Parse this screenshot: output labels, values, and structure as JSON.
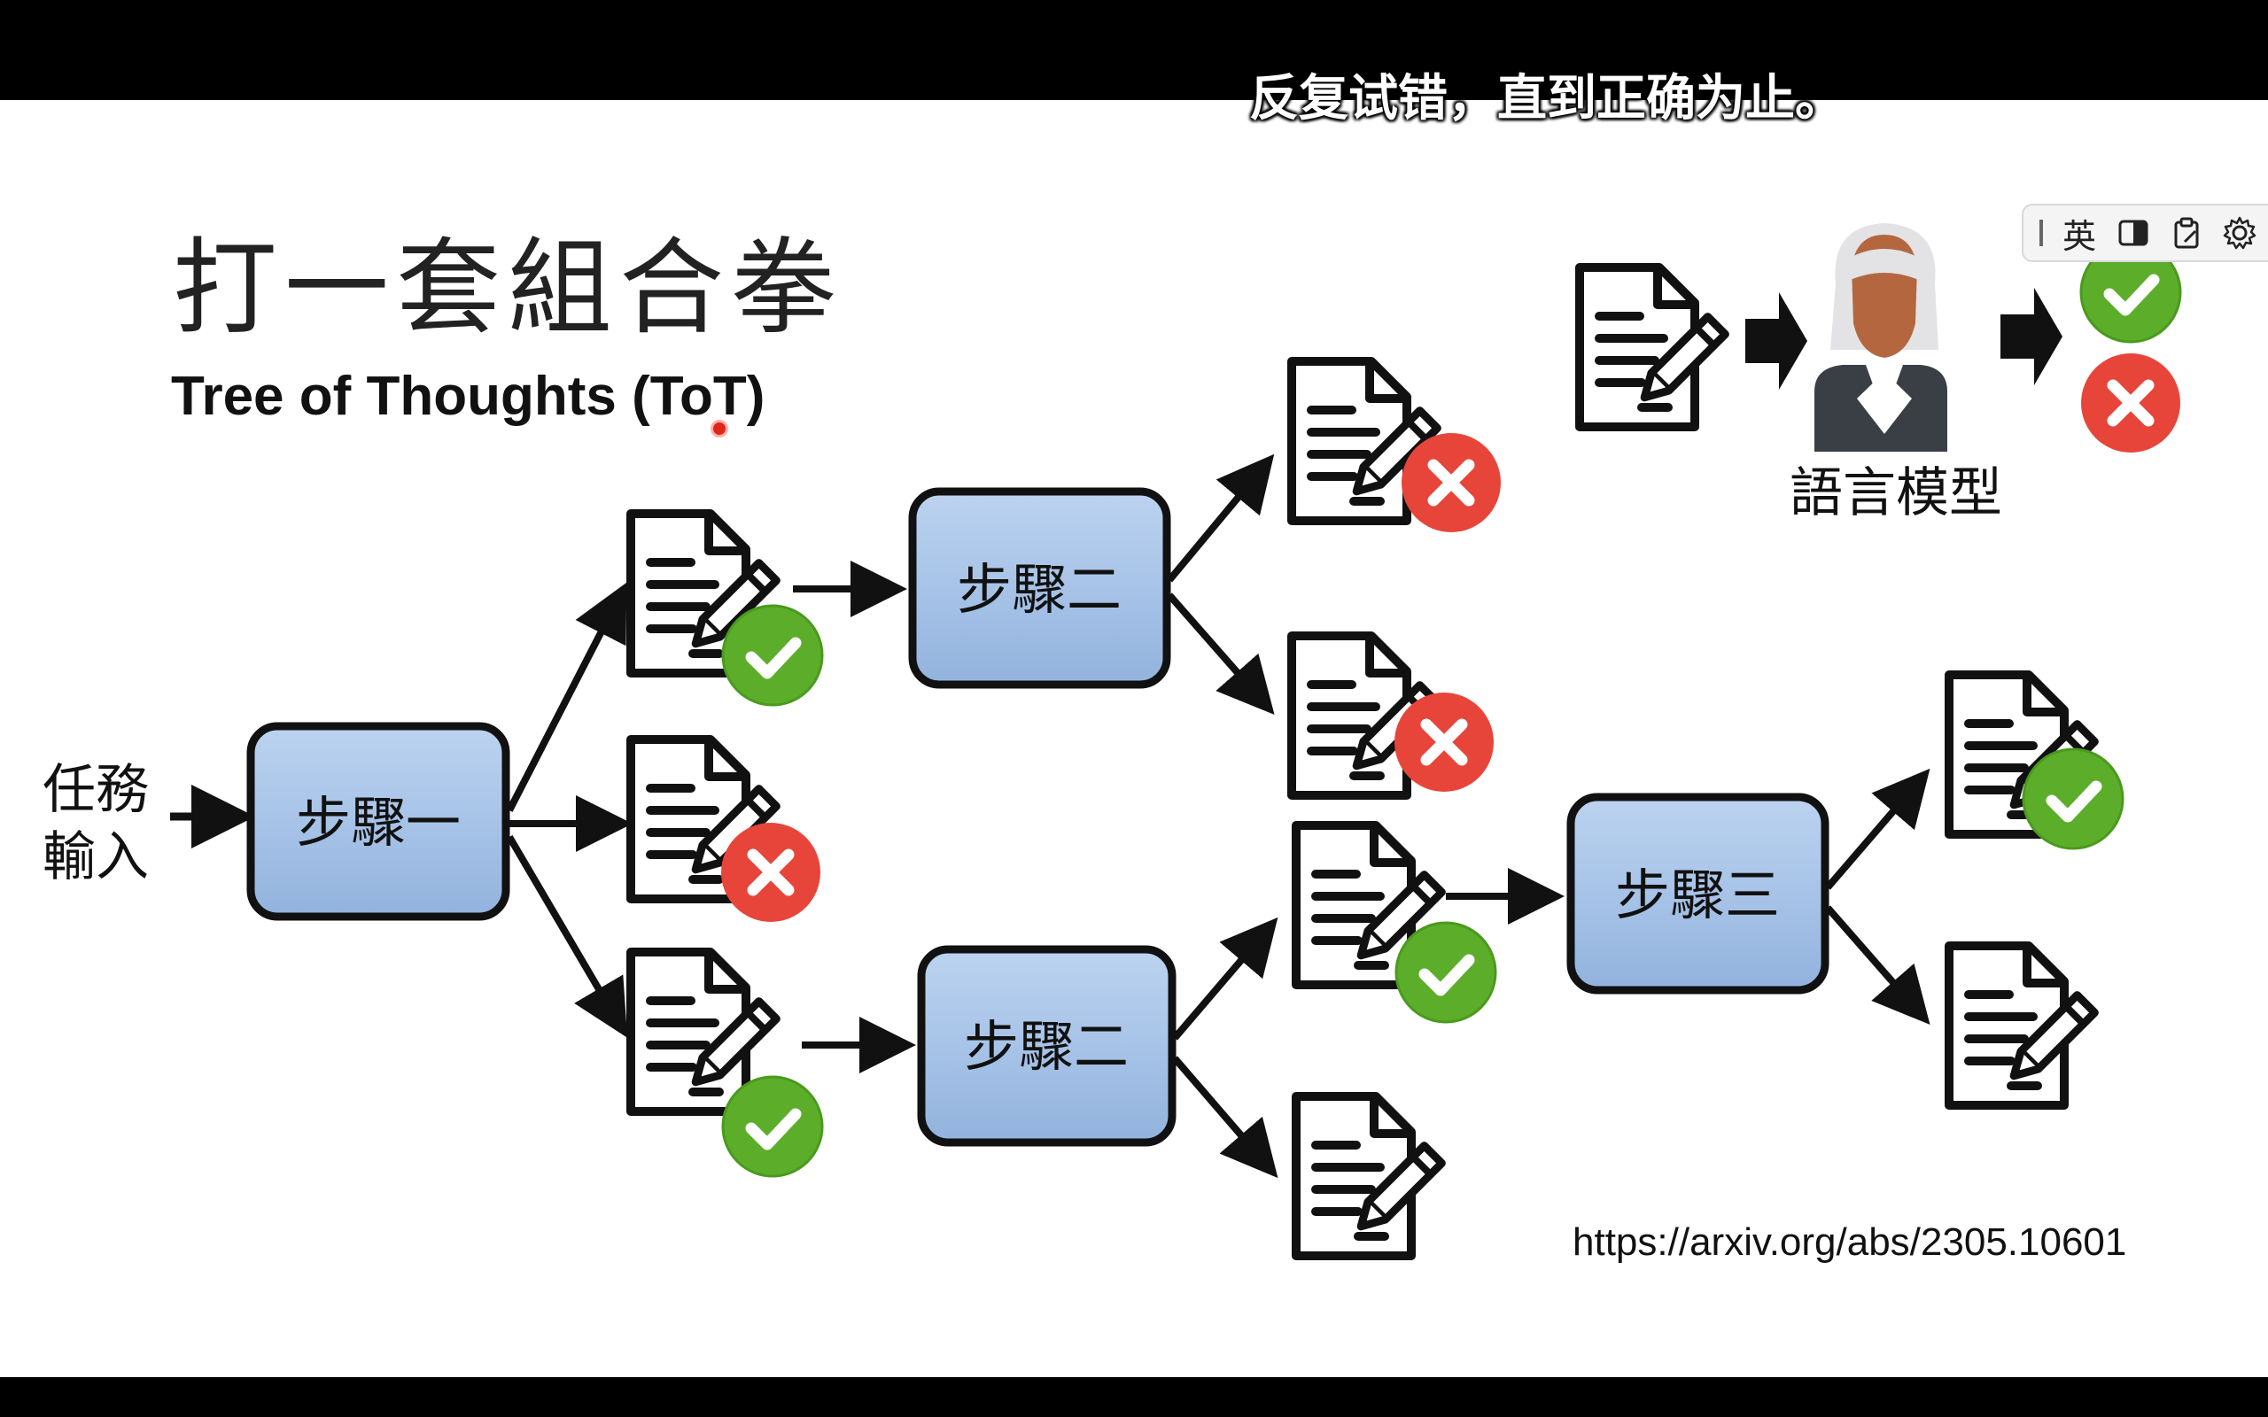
{
  "video": {
    "subtitle": "反复试错，直到正确为止。"
  },
  "slide": {
    "title": "打一套組合拳",
    "subtitle": "Tree of Thoughts (ToT)",
    "url": "https://arxiv.org/abs/2305.10601"
  },
  "diagram": {
    "input_label_line1": "任務",
    "input_label_line2": "輸入",
    "step1_label": "步驟一",
    "step2_upper_label": "步驟二",
    "step2_lower_label": "步驟二",
    "step3_label": "步驟三",
    "model_label": "語言模型",
    "colors": {
      "step_box_fill": "#a9c4e8",
      "step_box_stroke": "#111111",
      "check_green": "#5cae2a",
      "cross_red": "#e8453a"
    }
  },
  "ime_toolbar": {
    "language": "英",
    "icons": [
      "split-view-icon",
      "clipboard-icon",
      "gear-icon"
    ]
  }
}
